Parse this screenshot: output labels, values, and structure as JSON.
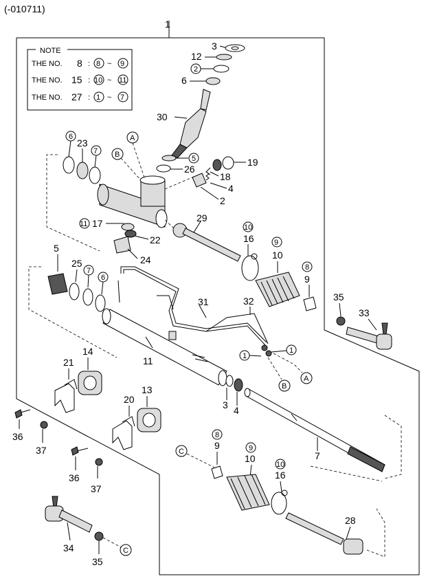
{
  "header": {
    "code": "(-010711)"
  },
  "note": {
    "title": "NOTE",
    "rows": [
      {
        "prefix": "THE NO.",
        "num": "8",
        "sep": ":",
        "from": "8",
        "tilde": "~",
        "to": "9"
      },
      {
        "prefix": "THE NO.",
        "num": "15",
        "sep": ":",
        "from": "10",
        "tilde": "~",
        "to": "11"
      },
      {
        "prefix": "THE NO.",
        "num": "27",
        "sep": ":",
        "from": "1",
        "tilde": "~",
        "to": "7"
      }
    ]
  },
  "labels": {
    "p1": "1",
    "p3": "3",
    "p12": "12",
    "p2c": "2",
    "p6": "6",
    "p30": "30",
    "p6b": "6",
    "p23": "23",
    "p7": "7",
    "pA1": "A",
    "pB1": "B",
    "p5c": "5",
    "p26": "26",
    "p18": "18",
    "p19": "19",
    "p4": "4",
    "p2": "2",
    "p11c": "11",
    "p17": "17",
    "p22": "22",
    "p24": "24",
    "p29": "29",
    "p10c": "10",
    "p16": "16",
    "p9c": "9",
    "p10": "10",
    "p5": "5",
    "p25": "25",
    "p7c": "7",
    "p6c": "6",
    "p8c": "8",
    "p9": "9",
    "p35": "35",
    "p33": "33",
    "p31": "31",
    "p32": "32",
    "p1c1": "1",
    "p1c2": "1",
    "pB2": "B",
    "pA2": "A",
    "p11": "11",
    "p14": "14",
    "p21": "21",
    "p3b": "3",
    "p4b": "4",
    "p20": "20",
    "p13": "13",
    "p7b": "7",
    "p36": "36",
    "p37": "37",
    "p36b": "36",
    "p37b": "37",
    "pC1": "C",
    "p8c2": "8",
    "p9b": "9",
    "p9c2": "9",
    "p10b": "10",
    "p10c2": "10",
    "p16b": "16",
    "p28": "28",
    "p34": "34",
    "p35b": "35",
    "pC2": "C"
  }
}
